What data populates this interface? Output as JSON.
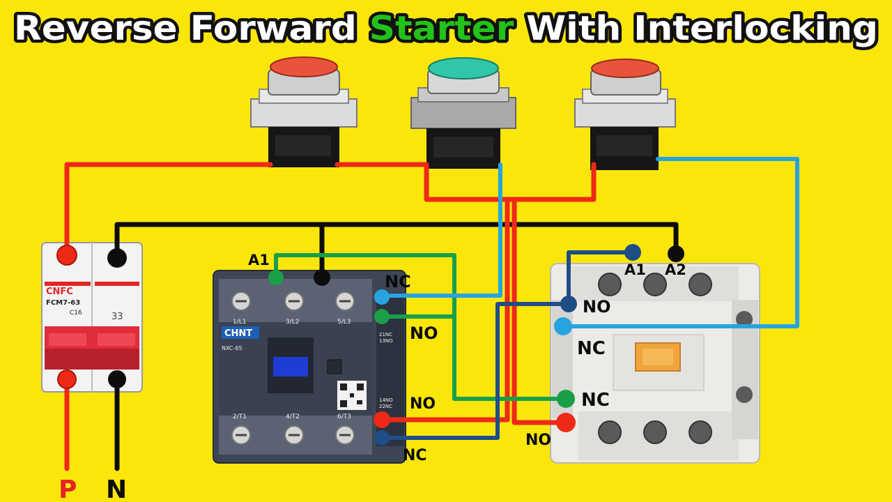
{
  "title": {
    "part1": "Reverse Forward ",
    "highlight": "Starter",
    "part2": " With Interlocking",
    "color_main": "#ffffff",
    "color_highlight": "#23c21a",
    "outline": "#111111"
  },
  "mcb": {
    "brand": "CNFC",
    "model": "FCM7-63",
    "rating": "C16",
    "number": "33",
    "label_p": "P",
    "label_n": "N"
  },
  "contactor_left": {
    "brand": "CHNT",
    "model": "NXC-65",
    "top_terminals": [
      "1/L1",
      "3/L2",
      "5/L3"
    ],
    "bottom_terminals": [
      "2/T1",
      "4/T2",
      "6/T3"
    ],
    "aux_top": [
      "21NC",
      "13NO"
    ],
    "aux_bottom": [
      "14NO",
      "22NC"
    ]
  },
  "labels": {
    "a1_left": "A1",
    "nc_left_top": "NC",
    "no_left_top": "NO",
    "no_left_bottom": "NO",
    "nc_left_bottom": "NC",
    "a1_right": "A1",
    "a2_right": "A2",
    "no_right_top": "NO",
    "nc_right_top": "NC",
    "nc_right_bottom": "NC",
    "no_right_bottom": "NO"
  },
  "colors": {
    "wire_red": "#ee2a16",
    "wire_black": "#0d0d0d",
    "wire_green": "#1a9f48",
    "wire_blue": "#27a4e0",
    "wire_navy": "#1f4d86",
    "background": "#fbe60c",
    "button_red": "#e8533b",
    "button_green": "#2fc7a8"
  },
  "icons": [
    "pushbutton-stop-icon",
    "pushbutton-start-icon",
    "pushbutton-reverse-icon",
    "qr-code-icon"
  ]
}
